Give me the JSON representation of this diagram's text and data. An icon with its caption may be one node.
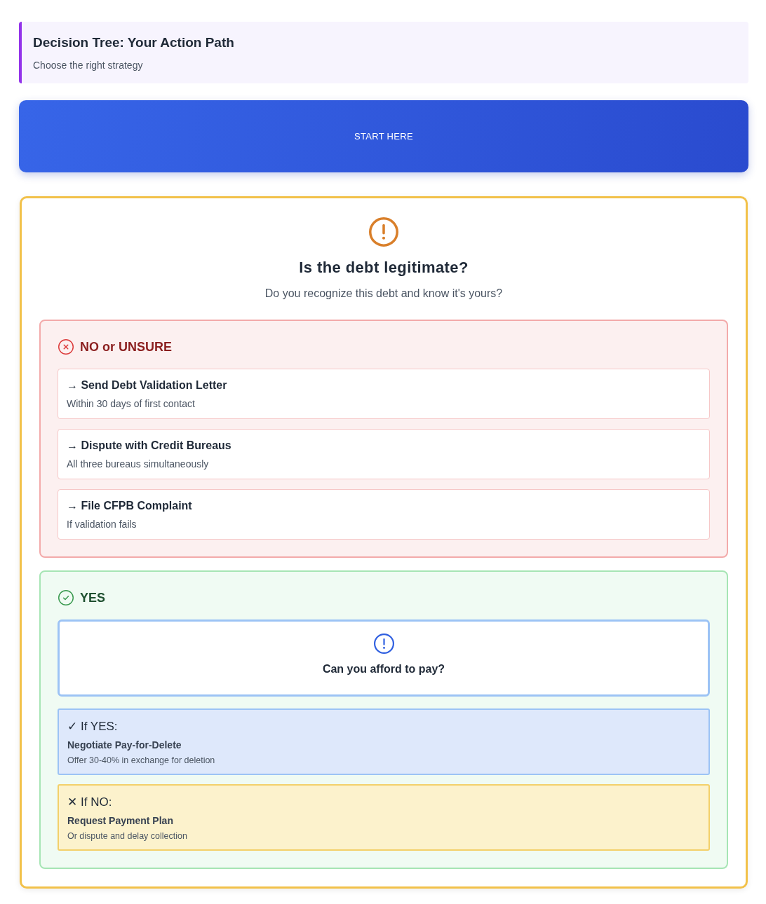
{
  "diagram": {
    "title": "Decision Tree: Your Action Path",
    "nodes": [
      {
        "text": [
          "START HERE"
        ]
      },
      {
        "text": [
          "Is the debt legitimate?",
          "Do you recognize this debt and know it's yours?"
        ]
      },
      {
        "text": [
          "NO or UNSURE"
        ],
        "in": 1
      },
      {
        "text": [
          "→ Send Debt Validation Letter",
          "Within 30 days of first contact"
        ],
        "in": 2
      },
      {
        "text": [
          "→ Dispute with Credit Bureaus",
          "All three bureaus simultaneously"
        ],
        "in": 2
      },
      {
        "text": [
          "→ File CFPB Complaint",
          "If validation fails"
        ],
        "in": 2
      },
      {
        "text": [
          "YES"
        ],
        "in": 1
      },
      {
        "text": [
          "Can you afford to pay?"
        ],
        "in": 6
      },
      {
        "text": [
          "✓ If YES:",
          "Negotiate Pay-for-Delete",
          "Offer 30-40% in exchange for deletion"
        ],
        "in": 6
      },
      {
        "text": [
          "✕ If NO:",
          "Request Payment Plan",
          "Or dispute and delay collection"
        ],
        "in": 6
      }
    ],
    "labels": [
      "Choose the right strategy"
    ]
  }
}
